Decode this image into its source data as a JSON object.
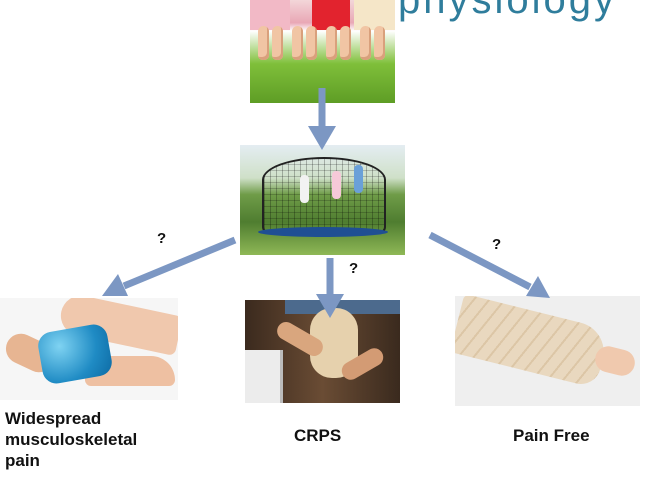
{
  "header": {
    "title_fragment": "physiology"
  },
  "diagram": {
    "question_marks": [
      "?",
      "?",
      "?"
    ],
    "outcomes": {
      "widespread": [
        "Widespread",
        "musculoskeletal",
        "pain"
      ],
      "crps": "CRPS",
      "pain_free": "Pain Free"
    }
  },
  "colors": {
    "arrow": "#7c97c3",
    "title": "#2f7d9c"
  }
}
